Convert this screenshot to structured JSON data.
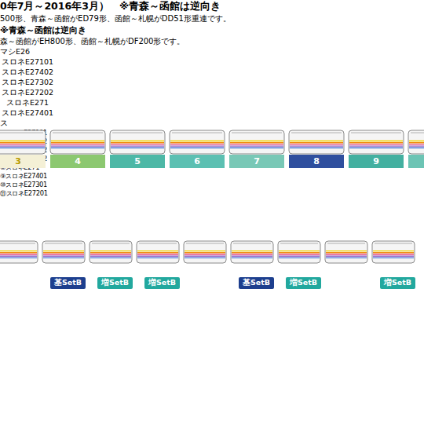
{
  "diagram": {
    "nodes": [
      {
        "text": [
          "3"
        ]
      },
      {
        "text": [
          "4"
        ]
      },
      {
        "text": [
          "5"
        ]
      },
      {
        "text": [
          "6"
        ]
      },
      {
        "text": [
          "7"
        ]
      },
      {
        "text": [
          "8"
        ]
      },
      {
        "text": [
          "9"
        ]
      },
      {
        "text": [
          "基SetB"
        ]
      },
      {
        "text": [
          "増SetB"
        ]
      },
      {
        "text": [
          "増SetB"
        ]
      },
      {
        "text": [
          "基SetB"
        ]
      },
      {
        "text": [
          "増SetB"
        ]
      },
      {
        "text": [
          "増SetB"
        ]
      }
    ],
    "labels": [
      "0年7月～2016年3月）　※青森～函館は逆向き",
      "マシE26",
      "スロネE27101",
      "スロネE27402",
      "スロネE27302",
      "スロネE27202",
      "スロネE271",
      "スロネE27401",
      "ス",
      "500形、青森～函館がED79形、函館～札幌がDD51形重連です。",
      "※青森～函館は逆向き",
      "④スロネE27101",
      "⑤スロネE27402",
      "⑥スロネE27302",
      "⑦スロネE27202",
      "⑧スロネE271",
      "⑨スロネE27401",
      "⑩スロネE27301",
      "⑪スロネE27201",
      "森～函館がEH800形、函館～札幌がDF200形です。"
    ]
  }
}
